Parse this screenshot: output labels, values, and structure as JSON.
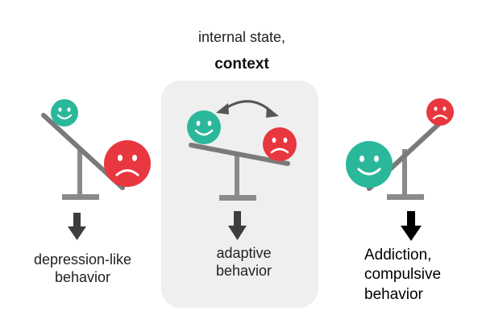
{
  "context": {
    "line1": "internal state,",
    "line2": "context"
  },
  "panels": [
    {
      "id": "left",
      "caption_lines": [
        "depression-like",
        "behavior"
      ]
    },
    {
      "id": "middle",
      "caption_lines": [
        "adaptive",
        "behavior"
      ]
    },
    {
      "id": "right",
      "caption_lines": [
        "Addiction,",
        "compulsive",
        "behavior"
      ]
    }
  ],
  "colors": {
    "positive_face": "#2bb89a",
    "negative_face": "#e8373f",
    "beam": "#7a7a7a",
    "arrow_default": "#3d3d3d",
    "arrow_emphasis": "#000000",
    "context_box": "#efefef"
  },
  "icons": [
    "happy-face-icon",
    "sad-face-icon",
    "down-arrow-icon",
    "curved-double-arrow-icon"
  ]
}
